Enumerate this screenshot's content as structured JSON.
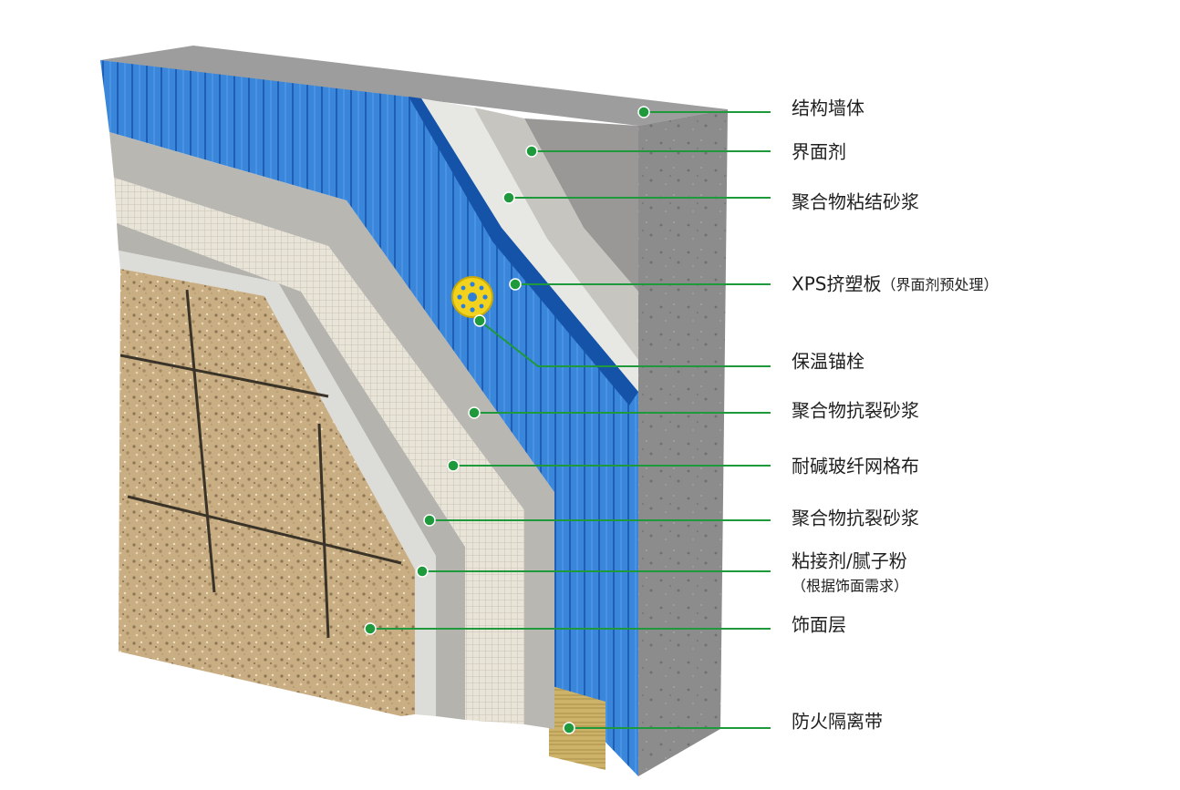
{
  "colors": {
    "leader": "#1e9a3c",
    "dot": "#1e9a3c",
    "dot_ring": "#ffffff",
    "xps": "#2f7fd6",
    "concrete": "#8a8a8a",
    "mortar": "#b9b9b6",
    "mesh": "#e6e1d6",
    "finish": "#c9ae84",
    "firebreak": "#cdb36a",
    "anchor": "#f2d21c"
  },
  "layers": [
    {
      "id": "structural-wall",
      "label": "结构墙体"
    },
    {
      "id": "interface-agent",
      "label": "界面剂"
    },
    {
      "id": "polymer-bonding-mortar",
      "label": "聚合物粘结砂浆"
    },
    {
      "id": "xps-board",
      "label": "XPS挤塑板",
      "sublabel": "（界面剂预处理）"
    },
    {
      "id": "insulation-anchor",
      "label": "保温锚栓"
    },
    {
      "id": "polymer-anticrack-mortar-1",
      "label": "聚合物抗裂砂浆"
    },
    {
      "id": "alkali-resistant-mesh",
      "label": "耐碱玻纤网格布"
    },
    {
      "id": "polymer-anticrack-mortar-2",
      "label": "聚合物抗裂砂浆"
    },
    {
      "id": "adhesive-putty",
      "label": "粘接剂/腻子粉",
      "note": "（根据饰面需求）"
    },
    {
      "id": "finish-layer",
      "label": "饰面层"
    },
    {
      "id": "fire-break-belt",
      "label": "防火隔离带"
    }
  ]
}
